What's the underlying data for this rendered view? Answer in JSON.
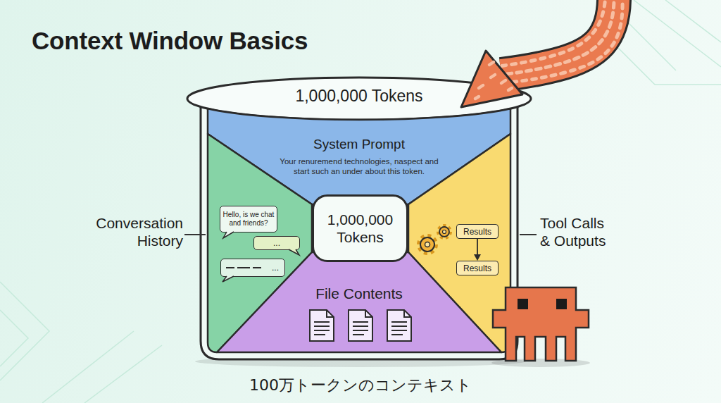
{
  "diagram": {
    "title": "Context Window Basics",
    "caption": "100万トークンのコンテキスト",
    "nodes": [
      {
        "text": [
          "1,000,000 Tokens"
        ]
      },
      {
        "text": [
          "System Prompt",
          "Your renuremend technologies, naspect and start such an under about this token."
        ],
        "in": 0
      },
      {
        "text": [
          "Conversation History"
        ],
        "in": 0
      },
      {
        "text": [
          "Hello, is we chat and friends?"
        ],
        "in": 2
      },
      {
        "text": [
          "..."
        ],
        "in": 2
      },
      {
        "text": [
          "..."
        ],
        "in": 2
      },
      {
        "text": [
          "1,000,000 Tokens"
        ],
        "in": 0
      },
      {
        "text": [
          "Tool Calls & Outputs"
        ],
        "in": 0
      },
      {
        "text": [
          "Results"
        ],
        "in": 7
      },
      {
        "text": [
          "Results"
        ],
        "in": 7
      },
      {
        "text": [
          "File Contents"
        ],
        "in": 0
      }
    ],
    "edges": [
      {
        "from": 8,
        "to": 9,
        "arrow": "to"
      }
    ]
  }
}
